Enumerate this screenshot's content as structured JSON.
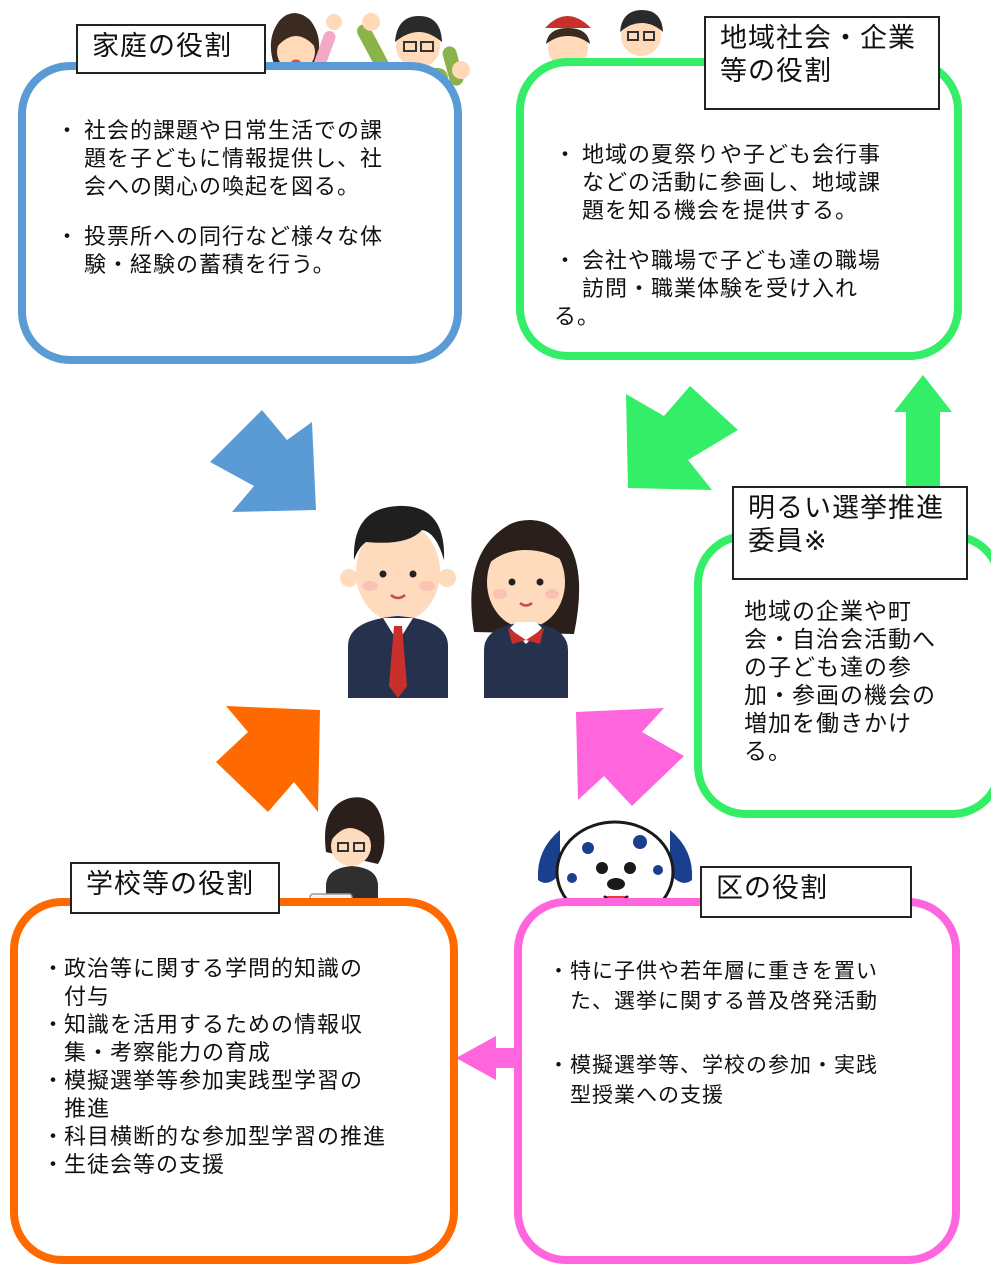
{
  "colors": {
    "family": "#5b9bd5",
    "community": "#33ee66",
    "school": "#ff6a00",
    "ward": "#ff66dd",
    "promoter": "#33ee66"
  },
  "family": {
    "title": "家庭の役割",
    "lines": [
      [
        "社会的課題や日常生活での課",
        "題を子どもに情報提供し、社",
        "会への関心の喚起を図る。"
      ],
      [
        "投票所への同行など様々な体",
        "験・経験の蓄積を行う。"
      ]
    ]
  },
  "community": {
    "title_lines": [
      "地域社会・企業",
      "等の役割"
    ],
    "lines": [
      [
        "地域の夏祭りや子ども会行事",
        "などの活動に参画し、地域課",
        "題を知る機会を提供する。"
      ],
      [
        "会社や職場で子ども達の職場",
        "訪問・職業体験を受け入れ"
      ],
      "る。"
    ]
  },
  "promoter": {
    "title_lines": [
      "明るい選挙推進",
      "委員※"
    ],
    "lines": [
      "地域の企業や町",
      "会・自治会活動へ",
      "の子ども達の参",
      "加・参画の機会の",
      "増加を働きかけ",
      "る。"
    ]
  },
  "school": {
    "title": "学校等の役割",
    "items": [
      [
        "政治等に関する学問的知識の",
        "付与"
      ],
      [
        "知識を活用するための情報収",
        "集・考察能力の育成"
      ],
      [
        "模擬選挙等参加実践型学習の",
        "推進"
      ],
      [
        "科目横断的な参加型学習の推進"
      ],
      [
        "生徒会等の支援"
      ]
    ]
  },
  "ward": {
    "title": "区の役割",
    "items": [
      [
        "特に子供や若年層に重きを置い",
        "た、選挙に関する普及啓発活動"
      ],
      [
        "模擬選挙等、学校の参加・実践",
        "型授業への支援"
      ]
    ]
  },
  "icons": [
    "cheering-parents-icon",
    "shopkeeper-icon",
    "office-worker-icon",
    "student-boy-icon",
    "student-girl-icon",
    "teacher-icon",
    "dalmatian-mascot-icon"
  ]
}
